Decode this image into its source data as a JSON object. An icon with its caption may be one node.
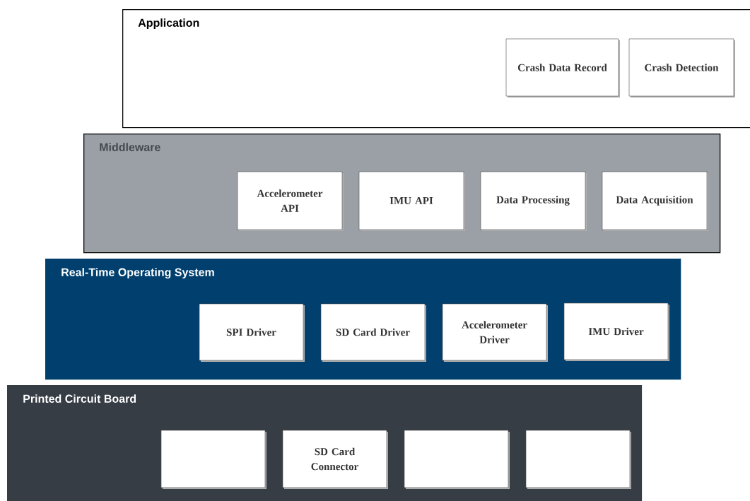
{
  "diagram": {
    "nodes": [
      {
        "text": [
          "Application"
        ]
      },
      {
        "text": [
          "Crash Data Record"
        ],
        "in": 0
      },
      {
        "text": [
          "Crash Detection"
        ],
        "in": 0
      },
      {
        "text": [
          "Middleware"
        ]
      },
      {
        "text": [
          "Accelerometer API"
        ],
        "in": 3
      },
      {
        "text": [
          "IMU API"
        ],
        "in": 3
      },
      {
        "text": [
          "Data Processing"
        ],
        "in": 3
      },
      {
        "text": [
          "Data Acquisition"
        ],
        "in": 3
      },
      {
        "text": [
          "Real-Time Operating System"
        ]
      },
      {
        "text": [
          "SPI Driver"
        ],
        "in": 8
      },
      {
        "text": [
          "SD Card Driver"
        ],
        "in": 8
      },
      {
        "text": [
          "Accelerometer Driver"
        ],
        "in": 8
      },
      {
        "text": [
          "IMU Driver"
        ],
        "in": 8
      },
      {
        "text": [
          "Printed Circuit Board"
        ]
      },
      {
        "text": [],
        "shape": "box",
        "in": 13
      },
      {
        "text": [
          "SD Card Connector"
        ],
        "in": 13
      },
      {
        "text": [],
        "shape": "box",
        "in": 13
      },
      {
        "text": [],
        "shape": "box",
        "in": 13
      }
    ]
  }
}
